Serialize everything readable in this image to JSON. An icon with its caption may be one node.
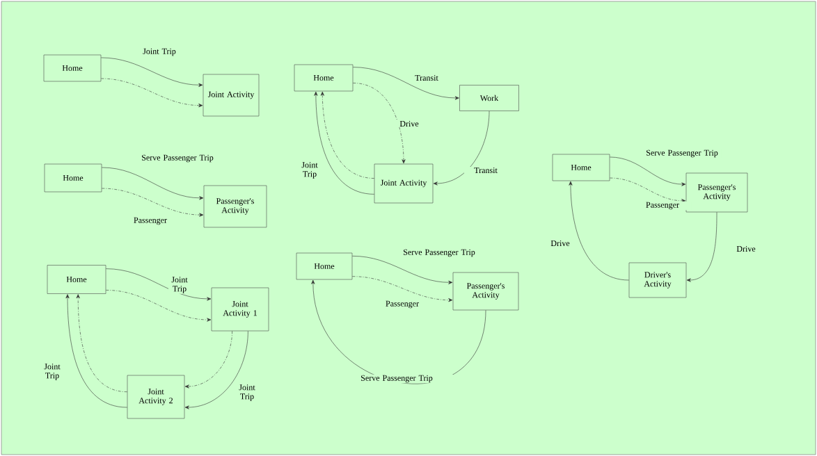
{
  "diagram": {
    "nodes": [
      {
        "text": [
          "Home"
        ]
      },
      {
        "text": [
          "Joint Activity"
        ]
      },
      {
        "text": [
          "Home"
        ]
      },
      {
        "text": [
          "Passenger's Activity"
        ]
      },
      {
        "text": [
          "Home"
        ]
      },
      {
        "text": [
          "Joint Activity 1"
        ]
      },
      {
        "text": [
          "Joint Activity 2"
        ]
      },
      {
        "text": [
          "Home"
        ]
      },
      {
        "text": [
          "Work"
        ]
      },
      {
        "text": [
          "Joint Activity"
        ]
      },
      {
        "text": [
          "Home"
        ]
      },
      {
        "text": [
          "Passenger's Activity"
        ]
      },
      {
        "text": [
          "Home"
        ]
      },
      {
        "text": [
          "Passenger's Activity"
        ]
      },
      {
        "text": [
          "Driver's Activity"
        ]
      }
    ],
    "edges": [
      {
        "from": 0,
        "to": 1,
        "arrow": "to",
        "label": "Joint Trip"
      },
      {
        "from": 0,
        "to": 1,
        "arrow": "to",
        "style": "dashed"
      },
      {
        "from": 2,
        "to": 3,
        "arrow": "to",
        "label": "Serve Passenger Trip"
      },
      {
        "from": 2,
        "to": 3,
        "arrow": "to",
        "style": "dashed",
        "label": "Passenger"
      },
      {
        "from": 4,
        "to": 5,
        "arrow": "to",
        "label": "Joint Trip"
      },
      {
        "from": 4,
        "to": 5,
        "arrow": "to",
        "style": "dashed"
      },
      {
        "from": 5,
        "to": 6,
        "arrow": "to",
        "label": "Joint Trip"
      },
      {
        "from": 5,
        "to": 6,
        "arrow": "to",
        "style": "dashed"
      },
      {
        "from": 6,
        "to": 4,
        "arrow": "to",
        "label": "Joint Trip"
      },
      {
        "from": 6,
        "to": 4,
        "arrow": "to",
        "style": "dashed"
      },
      {
        "from": 7,
        "to": 8,
        "arrow": "to",
        "label": "Transit"
      },
      {
        "from": 7,
        "to": 9,
        "arrow": "to",
        "style": "dashed",
        "label": "Drive"
      },
      {
        "from": 8,
        "to": 9,
        "arrow": "to",
        "label": "Transit"
      },
      {
        "from": 9,
        "to": 7,
        "arrow": "to",
        "label": "Joint Trip"
      },
      {
        "from": 9,
        "to": 7,
        "arrow": "to",
        "style": "dashed"
      },
      {
        "from": 10,
        "to": 11,
        "arrow": "to",
        "label": "Serve Passenger Trip"
      },
      {
        "from": 10,
        "to": 11,
        "arrow": "to",
        "style": "dashed",
        "label": "Passenger"
      },
      {
        "from": 11,
        "to": 10,
        "arrow": "to",
        "label": "Serve Passenger Trip"
      },
      {
        "from": 12,
        "to": 13,
        "arrow": "to",
        "label": "Serve Passenger Trip"
      },
      {
        "from": 12,
        "to": 13,
        "arrow": "to",
        "style": "dashed",
        "label": "Passenger"
      },
      {
        "from": 13,
        "to": 14,
        "arrow": "to",
        "label": "Drive"
      },
      {
        "from": 14,
        "to": 12,
        "arrow": "to",
        "label": "Drive"
      }
    ]
  }
}
